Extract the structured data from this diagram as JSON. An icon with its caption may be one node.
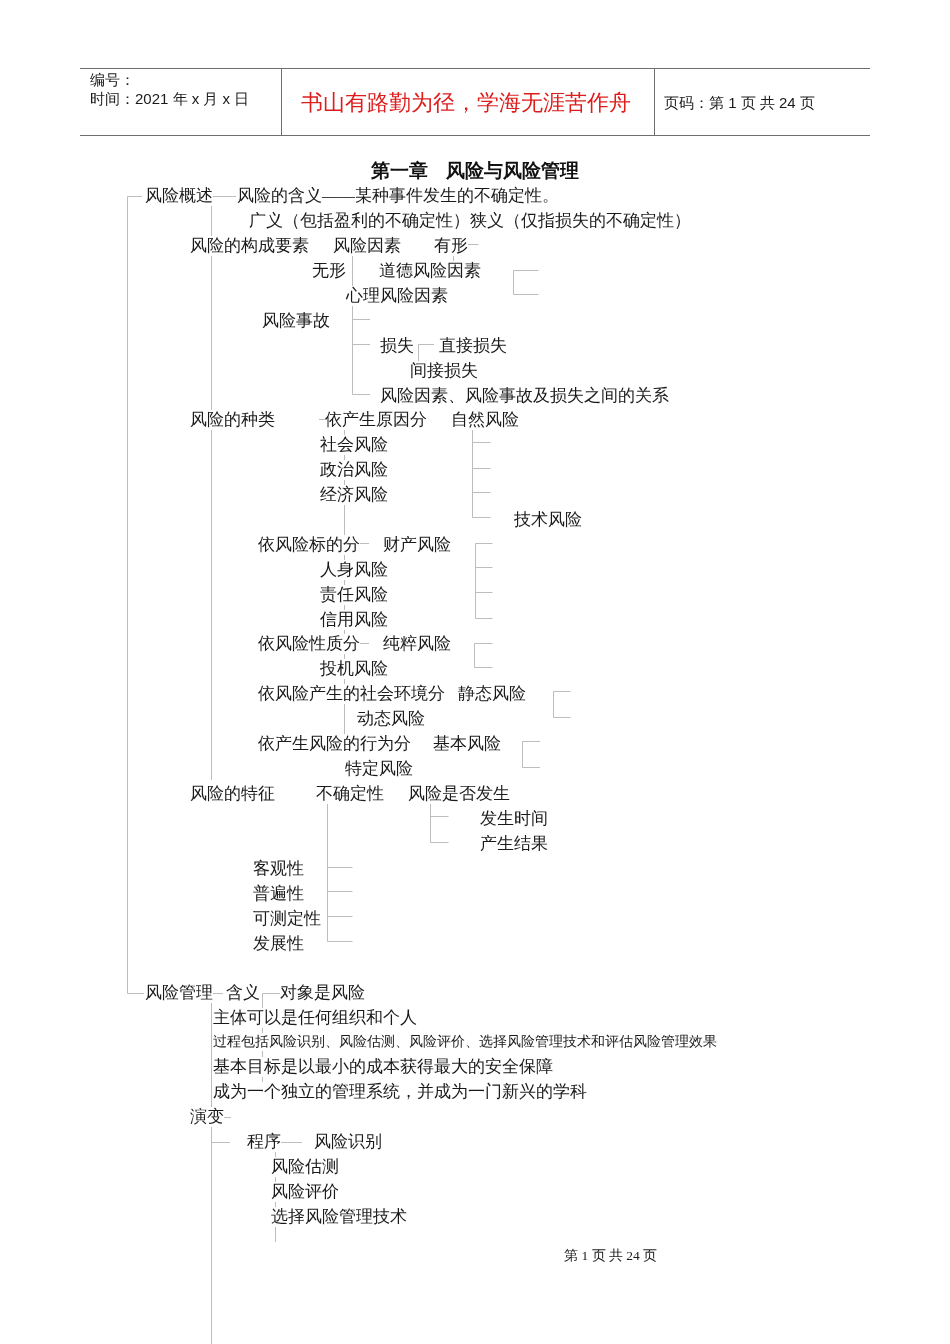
{
  "diagram": {
    "title": "第一章 风险与风险管理",
    "labels": [
      "编号：",
      "时间：2021 年 x 月 x 日",
      "书山有路勤为径，学海无涯苦作舟",
      "页码：第 1 页 共 24 页",
      "风险概述",
      "风险的含义——某种事件发生的不确定性。",
      "广义（包括盈利的不确定性）狭义（仅指损失的不确定性）",
      "风险的构成要素",
      "风险因素",
      "有形",
      "无形",
      "道德风险因素",
      "心理风险因素",
      "风险事故",
      "损失",
      "直接损失",
      "间接损失",
      "风险因素、风险事故及损失之间的关系",
      "风险的种类",
      "依产生原因分",
      "自然风险",
      "社会风险",
      "政治风险",
      "经济风险",
      "技术风险",
      "依风险标的分",
      "财产风险",
      "人身风险",
      "责任风险",
      "信用风险",
      "依风险性质分",
      "纯粹风险",
      "投机风险",
      "依风险产生的社会环境分",
      "静态风险",
      "动态风险",
      "依产生风险的行为分",
      "基本风险",
      "特定风险",
      "风险的特征",
      "不确定性",
      "风险是否发生",
      "发生时间",
      "产生结果",
      "客观性",
      "普遍性",
      "可测定性",
      "发展性",
      "风险管理",
      "含义",
      "对象是风险",
      "主体可以是任何组织和个人",
      "过程包括风险识别、风险估测、风险评价、选择风险管理技术和评估风险管理效果",
      "基本目标是以最小的成本获得最大的安全保障",
      "成为一个独立的管理系统，并成为一门新兴的学科",
      "演变",
      "程序",
      "风险识别",
      "风险估测",
      "风险评价",
      "选择风险管理技术",
      "第 1 页 共 24 页"
    ]
  }
}
